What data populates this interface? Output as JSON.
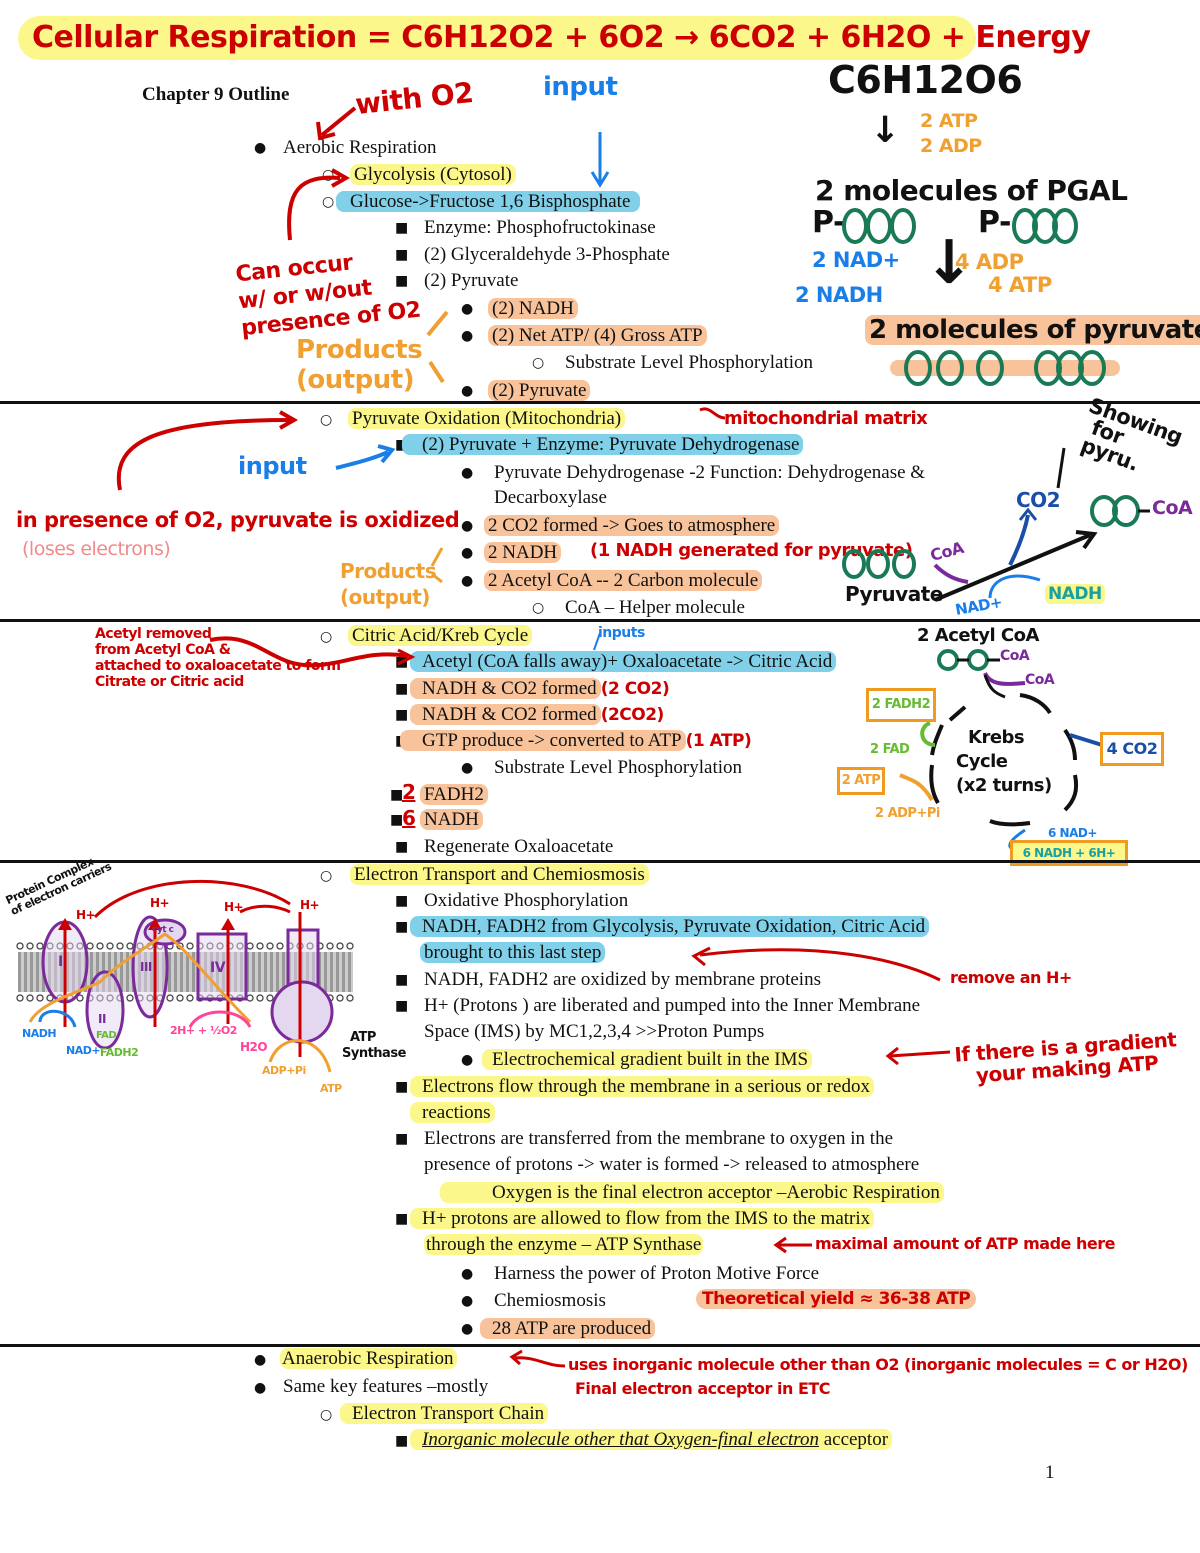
{
  "title_banner": "Cellular Respiration = C6H12O2 + 6O2 → 6CO2 + 6H2O + Energy",
  "chapter_heading": "Chapter 9 Outline",
  "page_number": "1",
  "aerobic": {
    "label": "Aerobic Respiration",
    "glycolysis": {
      "label": "Glycolysis (Cytosol)",
      "step": "Glucose->Fructose 1,6 Bisphosphate",
      "items": [
        "Enzyme: Phosphofructokinase",
        "(2) Glyceraldehyde 3-Phosphate",
        "(2) Pyruvate"
      ],
      "products": [
        "(2) NADH",
        "(2) Net ATP/ (4) Gross ATP",
        "(2) Pyruvate"
      ],
      "sub": "Substrate Level Phosphorylation"
    },
    "pyruvate_oxidation": {
      "label": "Pyruvate Oxidation (Mitochondria)",
      "step": "(2) Pyruvate + Enzyme: Pyruvate Dehydrogenase",
      "function_line1": "Pyruvate Dehydrogenase -2 Function: Dehydrogenase &",
      "function_line2": "Decarboxylase",
      "products": [
        "2 CO2 formed -> Goes to atmosphere",
        "2 NADH",
        "2 Acetyl CoA  -- 2 Carbon molecule"
      ],
      "sub": "CoA – Helper molecule"
    },
    "citric_acid": {
      "label": "Citric Acid/Kreb Cycle",
      "items": [
        "Acetyl (CoA  falls away)+ Oxaloacetate -> Citric Acid",
        "NADH & CO2 formed",
        "NADH & CO2 formed",
        "GTP produce -> converted to ATP"
      ],
      "sub": "Substrate Level Phosphorylation",
      "fadh2": "FADH2",
      "nadh": "NADH",
      "regen": "Regenerate Oxaloacetate"
    },
    "etc": {
      "label": "Electron Transport and Chemiosmosis",
      "items": [
        "Oxidative Phosphorylation",
        "NADH, FADH2 from Glycolysis, Pyruvate Oxidation, Citric Acid",
        "brought to this last step",
        "NADH, FADH2 are oxidized by membrane proteins",
        "H+ (Protons ) are liberated and pumped into the Inner Membrane",
        "Space (IMS) by MC1,2,3,4 >>Proton Pumps",
        "Electrochemical gradient built in the IMS",
        "Electrons flow through the membrane in a serious or redox",
        "reactions",
        "Electrons are transferred from the membrane to oxygen in the",
        "presence of protons -> water is formed -> released to atmosphere",
        "Oxygen is the final electron acceptor –Aerobic Respiration",
        "H+ protons are allowed to flow from the IMS to the matrix",
        "through the enzyme – ATP Synthase",
        "Harness the power of Proton Motive Force",
        "Chemiosmosis",
        "28 ATP are produced"
      ]
    }
  },
  "anaerobic": {
    "label": "Anaerobic Respiration",
    "same": "Same key features –mostly",
    "etc": "Electron Transport Chain",
    "acceptor_italic": "Inorganic molecule other that Oxygen-final electron",
    "acceptor_rest": " acceptor"
  },
  "annotations": {
    "with_o2": "with O2",
    "input1": "input",
    "can_occur": [
      "Can occur",
      "w/ or w/out",
      "presence of O2"
    ],
    "products1": [
      "Products",
      "(output)"
    ],
    "glucose_formula": "C6H12O6",
    "atp_in": "2 ATP",
    "adp_out": "2 ADP",
    "pgal": "2 molecules of PGAL",
    "p_ccc": "P-",
    "nad_plus": "2 NAD+",
    "nadh_2": "2 NADH",
    "adp4": "4 ADP",
    "atp4": "4 ATP",
    "pyruvate_molecules": "2 molecules of pyruvate",
    "mito_matrix": "mitochondrial matrix",
    "input2": "input",
    "presence": "in presence of O2, pyruvate is oxidized",
    "loses": "(loses electrons)",
    "products2": [
      "Products",
      "(output)"
    ],
    "nadh_note": "(1 NADH generated for pyruvate)",
    "showing": [
      "Showing",
      "for",
      "pyru."
    ],
    "co2": "CO2",
    "coa": "CoA",
    "pyruvate_label": "Pyruvate",
    "nad_plus2": "NAD+",
    "nadh_label": "NADH",
    "acetyl_removed": [
      "Acetyl removed",
      "from Acetyl CoA &",
      "attached to oxaloacetate to form",
      "Citrate or Citric acid"
    ],
    "inputs": "inputs",
    "co2_note1": "(2 CO2)",
    "co2_note2": "(2CO2)",
    "atp_note": "(1 ATP)",
    "fadh2_count": "2",
    "nadh_count": "6",
    "acetyl_coa2": "2 Acetyl CoA",
    "coa_out": "CoA",
    "fadh2_box": "2 FADH2",
    "fad": "2 FAD",
    "krebs": [
      "Krebs",
      "Cycle",
      "(x2 turns)"
    ],
    "co2_box": "4 CO2",
    "atp_box": "2 ATP",
    "adp_pi": "2 ADP+Pi",
    "nad6": "6 NAD+",
    "nadh_box": "6 NADH + 6H+",
    "protein_complex": [
      "Protein Complex",
      "of electron carriers"
    ],
    "hplus": "H+",
    "atp_synthase": [
      "ATP",
      "Synthase"
    ],
    "remove_h": "remove an H+",
    "gradient": [
      "If there is a gradient",
      "your making ATP"
    ],
    "maximal": "maximal amount of ATP made here",
    "theoretical": "Theoretical yield ≈ 36-38 ATP",
    "uses_inorganic": "uses inorganic molecule other than O2 (inorganic molecules = C or H2O)",
    "final_acceptor": "Final electron acceptor in ETC",
    "etc_labels": {
      "nadh": "NADH",
      "nad": "NAD+",
      "fadh2": "FADH2",
      "fad": "FAD",
      "h2o_in": "2H+ + ½O2",
      "h2o": "H2O",
      "adp": "ADP+Pi",
      "atp": "ATP",
      "cyt": "cyt c",
      "complexes": [
        "I",
        "II",
        "III",
        "IV"
      ]
    }
  },
  "colors": {
    "red_ink": "#cc0000",
    "blue_ink": "#1a7ee8",
    "orange_ink": "#f0a030",
    "green_ink": "#1a7a55",
    "purple_ink": "#7a2a9a",
    "yellow_highlight": "#fbf78a",
    "blue_highlight": "#7fd0e8",
    "orange_highlight": "#f8c39a"
  }
}
